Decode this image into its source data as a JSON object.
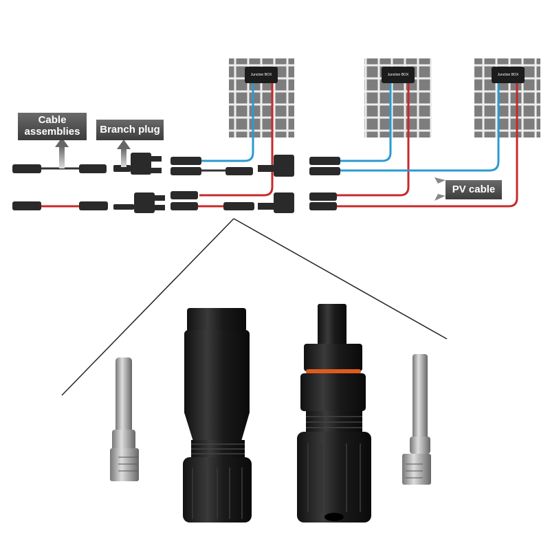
{
  "labels": {
    "cable_assemblies": "Cable assemblies",
    "branch_plug": "Branch plug",
    "pv_cable": "PV cable"
  },
  "panels": [
    {
      "junction_box": "Junction BOX"
    },
    {
      "junction_box": "Junction BOX"
    },
    {
      "junction_box": "Junction BOX"
    }
  ],
  "colors": {
    "positive_wire": "#c8282a",
    "negative_wire": "#2a9ad0",
    "panel": "#7a7a7a",
    "connector": "#222222",
    "label_bg": "#505050"
  }
}
